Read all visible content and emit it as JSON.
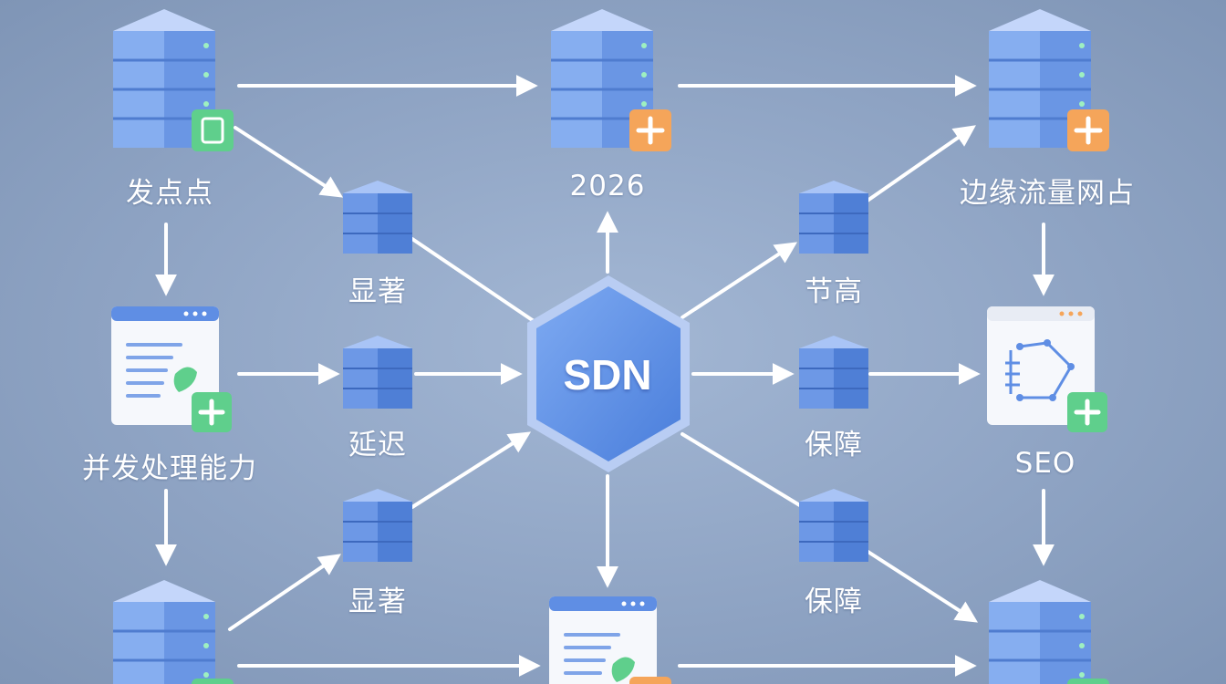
{
  "hub": {
    "label": "SDN"
  },
  "labels": {
    "top_left": "发点点",
    "top_center": "2026",
    "top_right": "边缘流量网占",
    "mid_left": "并发处理能力",
    "mid_right": "SEO",
    "inner_top_left": "显著",
    "inner_mid_left": "延迟",
    "inner_bottom_left": "显著",
    "inner_top_right": "节高",
    "inner_mid_right": "保障",
    "inner_bottom_right": "保障"
  },
  "icons": {
    "server": "server-stack-icon",
    "mini_server": "mini-server-icon",
    "document": "document-window-icon",
    "network_doc": "network-document-icon",
    "plus_badge": "plus-badge-icon",
    "window_badge": "window-badge-icon"
  },
  "colors": {
    "background": "#8fa4c4",
    "server_blue": "#6f9ae6",
    "hub_blue": "#5f8ee4",
    "badge_green": "#5fcf8c",
    "badge_orange": "#f5a55a",
    "arrow": "#ffffff"
  }
}
